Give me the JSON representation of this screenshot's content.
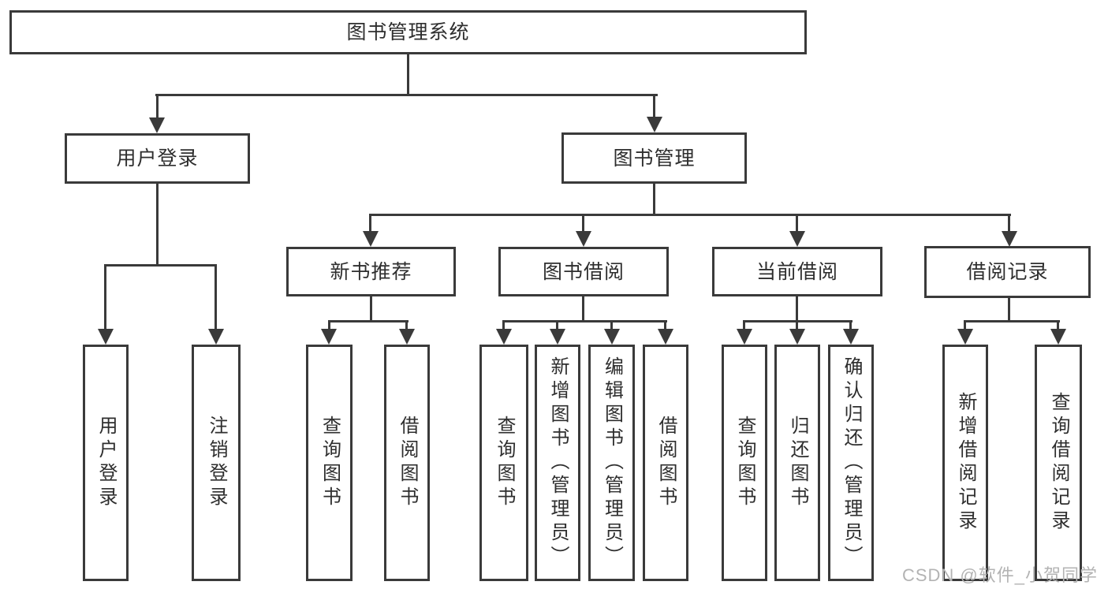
{
  "diagram": {
    "root": {
      "label": "图书管理系统"
    },
    "branches": [
      {
        "label": "用户登录",
        "children": [
          {
            "label": "用户登录"
          },
          {
            "label": "注销登录"
          }
        ]
      },
      {
        "label": "图书管理",
        "children": [
          {
            "label": "新书推荐",
            "children": [
              {
                "label": "查询图书"
              },
              {
                "label": "借阅图书"
              }
            ]
          },
          {
            "label": "图书借阅",
            "children": [
              {
                "label": "查询图书"
              },
              {
                "label": "新增图书（管理员）"
              },
              {
                "label": "编辑图书（管理员）"
              },
              {
                "label": "借阅图书"
              }
            ]
          },
          {
            "label": "当前借阅",
            "children": [
              {
                "label": "查询图书"
              },
              {
                "label": "归还图书"
              },
              {
                "label": "确认归还（管理员）"
              }
            ]
          },
          {
            "label": "借阅记录",
            "children": [
              {
                "label": "新增借阅记录"
              },
              {
                "label": "查询借阅记录"
              }
            ]
          }
        ]
      }
    ]
  },
  "watermark": {
    "text": "CSDN @软件_小贺同学"
  },
  "colors": {
    "line": "#3a3a3a",
    "text": "#2e2e2e",
    "watermark": "#b3b3b3",
    "background": "#ffffff"
  }
}
